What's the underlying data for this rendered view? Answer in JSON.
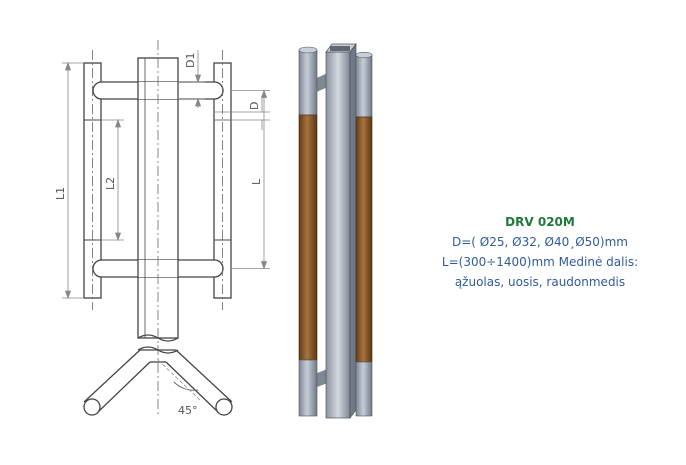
{
  "labels": {
    "d1": "D1",
    "d": "D",
    "l": "L",
    "l1": "L1",
    "l2": "L2",
    "angle": "45°"
  },
  "caption": {
    "model": "DRV 020M",
    "line1": "D=( Ø25, Ø32, Ø40¸Ø50)mm",
    "line2": "L=(300÷1400)mm Medinė dalis:",
    "line3": "ąžuolas, uosis, raudonmedis"
  },
  "colors": {
    "outline": "#444444",
    "centerline": "#666666",
    "dimension": "#888888",
    "steel": "#9aa3b0",
    "wood": "#8b5a2b",
    "model_text": "#1e7a3a",
    "caption_text": "#2f5c9c"
  }
}
